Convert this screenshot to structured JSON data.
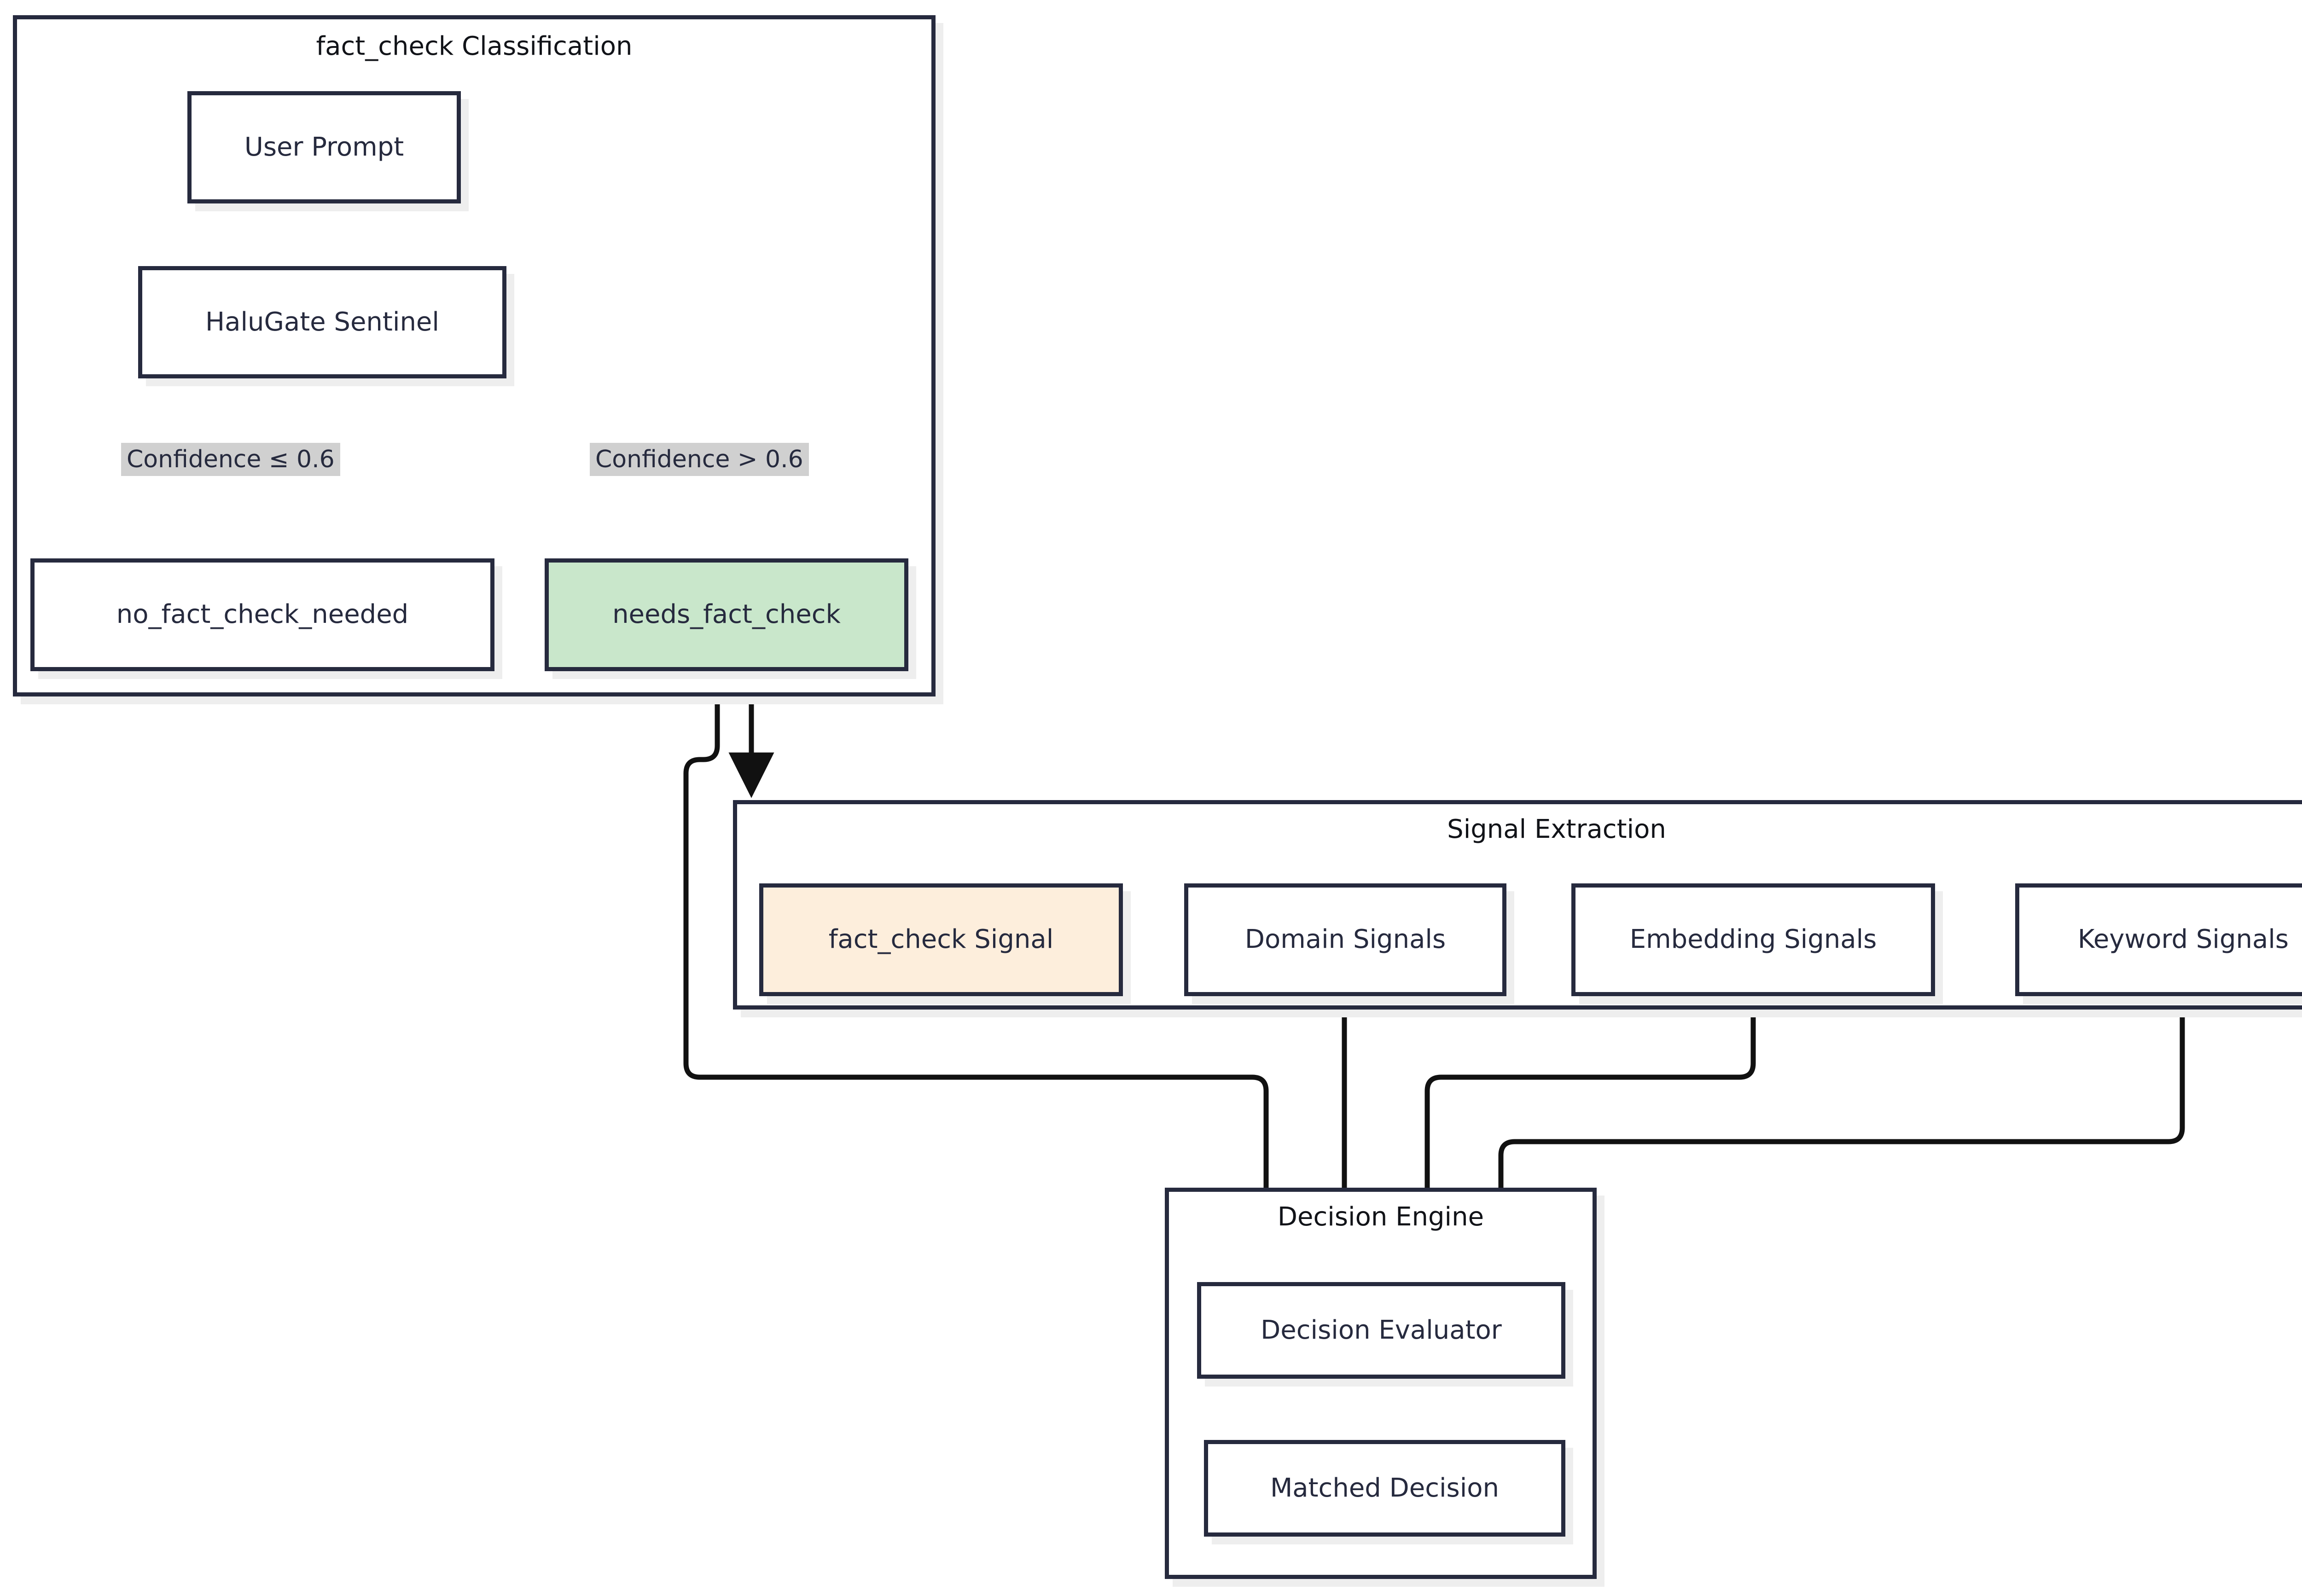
{
  "diagram": {
    "type": "flowchart",
    "direction": "top-down",
    "title_visible": false,
    "colors": {
      "border": "#262a3e",
      "text": "#262a3e",
      "node_fill": "#ffffff",
      "highlight_green": "#c9e7cb",
      "highlight_cream": "#fdeedc",
      "edge_label_bg": "#d0d0d0",
      "shadow": "#eeeeee",
      "canvas": "#ffffff"
    }
  },
  "subgraphs": [
    {
      "id": "classification",
      "title": "fact_check Classification"
    },
    {
      "id": "signal_extraction",
      "title": "Signal Extraction"
    },
    {
      "id": "decision_engine",
      "title": "Decision Engine"
    }
  ],
  "nodes": {
    "user_prompt": {
      "label": "User Prompt",
      "style": "plain"
    },
    "halugate_sentinel": {
      "label": "HaluGate Sentinel",
      "style": "plain"
    },
    "no_fact_check_needed": {
      "label": "no_fact_check_needed",
      "style": "plain"
    },
    "needs_fact_check": {
      "label": "needs_fact_check",
      "style": "green"
    },
    "fact_check_signal": {
      "label": "fact_check Signal",
      "style": "cream"
    },
    "domain_signals": {
      "label": "Domain Signals",
      "style": "plain"
    },
    "embedding_signals": {
      "label": "Embedding Signals",
      "style": "plain"
    },
    "keyword_signals": {
      "label": "Keyword Signals",
      "style": "plain"
    },
    "decision_evaluator": {
      "label": "Decision Evaluator",
      "style": "plain"
    },
    "matched_decision": {
      "label": "Matched Decision",
      "style": "plain"
    }
  },
  "edge_labels": {
    "low_confidence": "Confidence ≤ 0.6",
    "high_confidence": "Confidence > 0.6"
  },
  "edges": [
    {
      "from": "user_prompt",
      "to": "halugate_sentinel",
      "label": ""
    },
    {
      "from": "halugate_sentinel",
      "to": "no_fact_check_needed",
      "label": "Confidence ≤ 0.6"
    },
    {
      "from": "halugate_sentinel",
      "to": "needs_fact_check",
      "label": "Confidence > 0.6"
    },
    {
      "from": "needs_fact_check",
      "to": "signal_extraction",
      "label": ""
    },
    {
      "from": "needs_fact_check",
      "to": "decision_evaluator",
      "label": ""
    },
    {
      "from": "domain_signals",
      "to": "decision_evaluator",
      "label": ""
    },
    {
      "from": "embedding_signals",
      "to": "decision_evaluator",
      "label": ""
    },
    {
      "from": "keyword_signals",
      "to": "decision_evaluator",
      "label": ""
    },
    {
      "from": "decision_evaluator",
      "to": "matched_decision",
      "label": ""
    }
  ]
}
